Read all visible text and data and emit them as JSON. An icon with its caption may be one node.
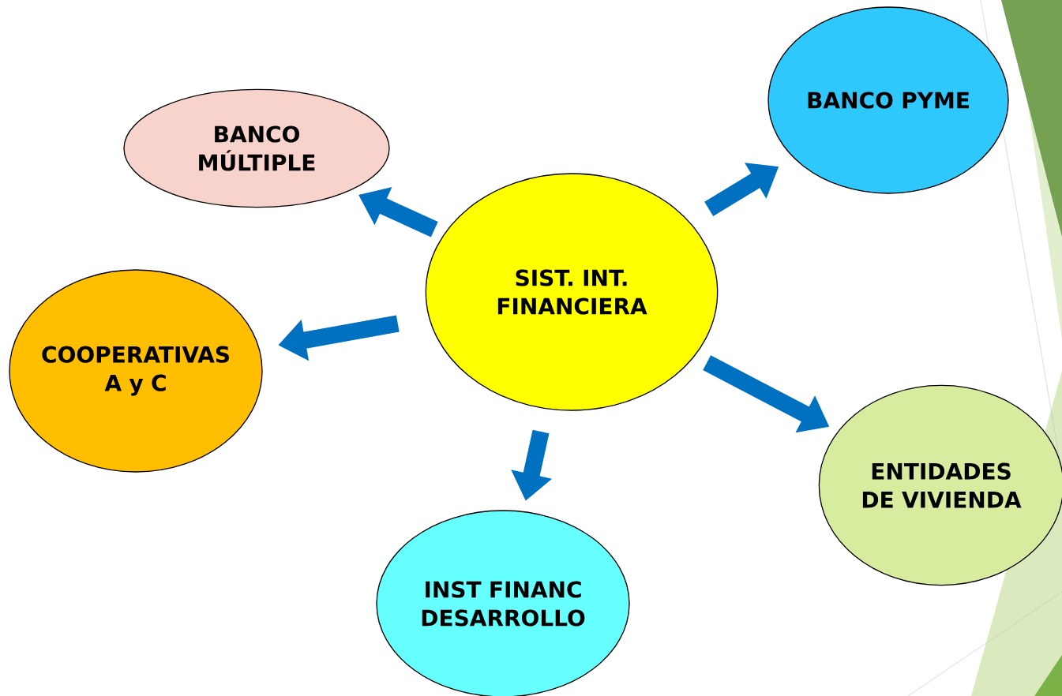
{
  "diagram": {
    "nodes": [
      {
        "text": [
          "BANCO MÚLTIPLE"
        ]
      },
      {
        "text": [
          "BANCO PYME"
        ]
      },
      {
        "text": [
          "SIST. INT. FINANCIERA"
        ]
      },
      {
        "text": [
          "COOPERATIVAS A y C"
        ]
      },
      {
        "text": [
          "ENTIDADES DE VIVIENDA"
        ]
      },
      {
        "text": [
          "INST FINANC DESARROLLO"
        ]
      }
    ],
    "edges": [
      {
        "from": 2,
        "to": 0,
        "arrow": "to"
      },
      {
        "from": 2,
        "to": 1,
        "arrow": "to"
      },
      {
        "from": 2,
        "to": 3,
        "arrow": "to"
      },
      {
        "from": 2,
        "to": 4,
        "arrow": "to"
      },
      {
        "from": 2,
        "to": 5,
        "arrow": "to"
      }
    ]
  }
}
